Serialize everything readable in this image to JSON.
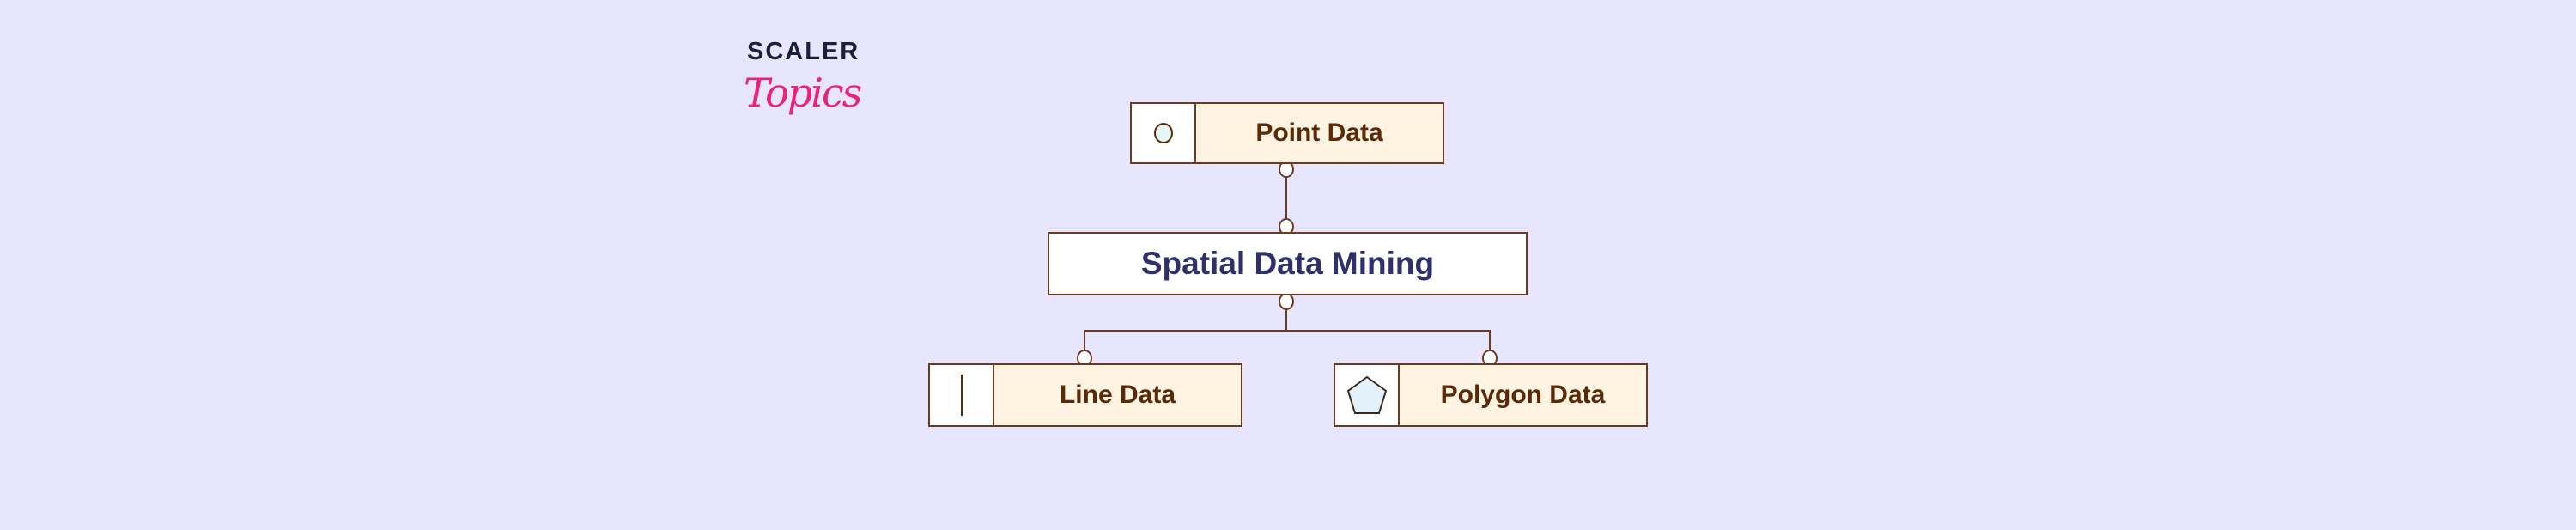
{
  "logo": {
    "line1": "SCALER",
    "line2": "Topics"
  },
  "diagram": {
    "root": "Spatial Data Mining",
    "nodes": [
      {
        "label": "Point Data",
        "icon": "circle-icon"
      },
      {
        "label": "Line Data",
        "icon": "line-icon"
      },
      {
        "label": "Polygon Data",
        "icon": "pentagon-icon"
      }
    ]
  },
  "colors": {
    "background": "#e8e5ff",
    "border": "#6b3b1f",
    "fill": "#fff3e2",
    "accent": "#e6257a"
  }
}
